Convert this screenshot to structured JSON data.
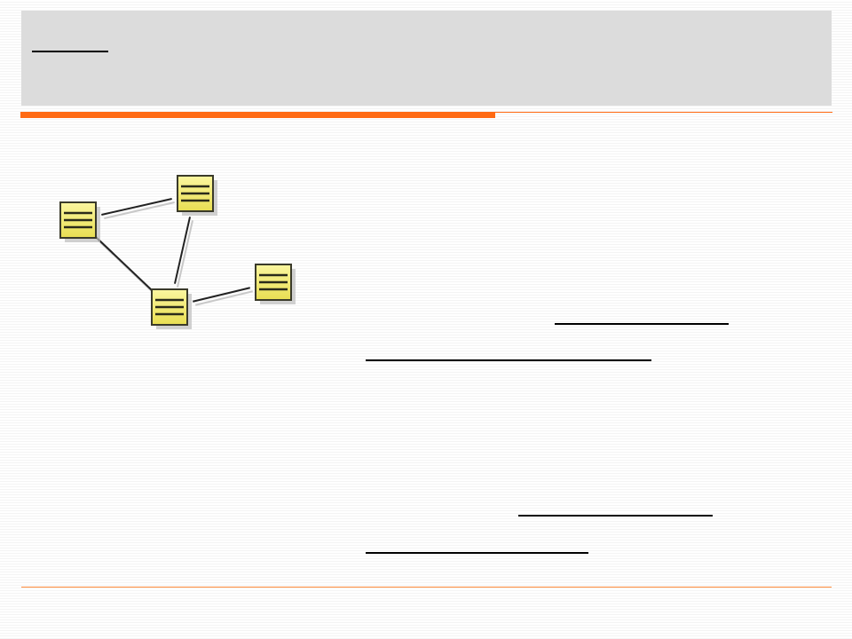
{
  "slide": {
    "colors": {
      "header_band": "#dcdcdc",
      "accent": "#ff6a13",
      "node_fill": "#f7f07a",
      "node_border": "#3a3a2a",
      "link": "#222222"
    },
    "blanks": {
      "count": 4
    }
  },
  "diagram": {
    "type": "network",
    "nodes": [
      {
        "id": "n1",
        "icon": "document-icon"
      },
      {
        "id": "n2",
        "icon": "document-icon"
      },
      {
        "id": "n3",
        "icon": "document-icon"
      },
      {
        "id": "n4",
        "icon": "document-icon"
      }
    ],
    "edges": [
      [
        "n1",
        "n2"
      ],
      [
        "n1",
        "n3"
      ],
      [
        "n2",
        "n3"
      ],
      [
        "n3",
        "n4"
      ]
    ]
  }
}
